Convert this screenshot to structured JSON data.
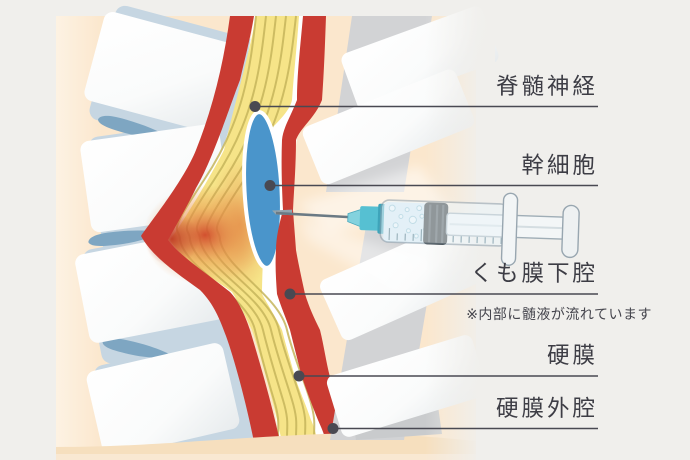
{
  "diagram": {
    "labels": [
      {
        "id": "spinal-nerve",
        "text": "脊髄神経"
      },
      {
        "id": "stem-cell",
        "text": "幹細胞"
      },
      {
        "id": "subarachnoid-space",
        "text": "くも膜下腔"
      },
      {
        "id": "dura-mater",
        "text": "硬膜"
      },
      {
        "id": "epidural-space",
        "text": "硬膜外腔"
      }
    ],
    "note": "※内部に髄液が流れています",
    "colors": {
      "background": "#f0efec",
      "skin": "#fbe7cd",
      "skin_floor": "#f6dfbe",
      "dura_red": "#c93b32",
      "nerve_yellow": "#f6e488",
      "fiber_line": "#c6b65c",
      "stem_cell_blue": "#4a95cb",
      "disc_blue": "#c6d6e2",
      "disc_dark_blue": "#7ea6c2",
      "bone_gray": "#d2d3d5",
      "syringe_teal": "#56c0d2",
      "label_text": "#3d3d45"
    }
  }
}
